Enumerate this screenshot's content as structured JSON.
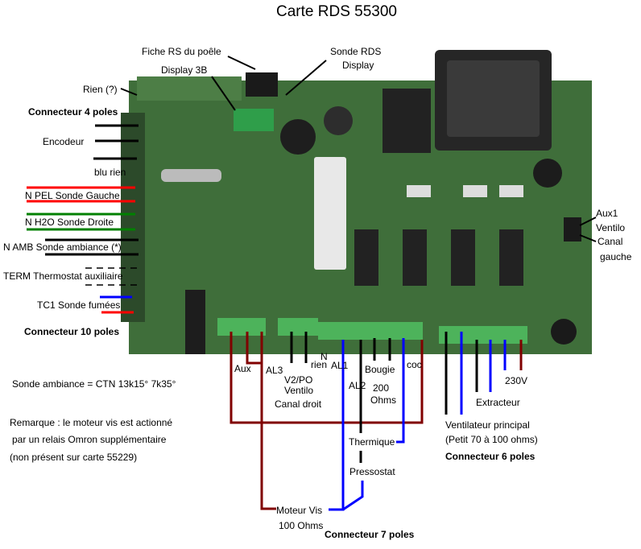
{
  "title": "Carte RDS 55300",
  "top_labels": {
    "fiche_rs": "Fiche RS du poêle",
    "display_3b": "Display 3B",
    "sonde_rds": "Sonde RDS",
    "display": "Display",
    "rien": "Rien (?)"
  },
  "left_labels": {
    "connecteur_4": "Connecteur 4 poles",
    "encodeur": "Encodeur",
    "blu_rien": "blu rien",
    "n_pel": "N PEL Sonde Gauche",
    "n_h2o": "N H2O Sonde Droite",
    "n_amb": "N AMB Sonde ambiance (*)",
    "term": "TERM Thermostat auxiliaire",
    "tc1": "TC1 Sonde fumées",
    "connecteur_10": "Connecteur 10 poles"
  },
  "notes": {
    "sonde_ambiance": "Sonde ambiance = CTN 13k15°  7k35°",
    "remarque_1": "Remarque : le moteur vis est actionné",
    "remarque_2": "par un relais Omron supplémentaire",
    "remarque_3": "(non présent sur carte 55229)"
  },
  "right_labels": {
    "aux1": "Aux1",
    "ventilo": "Ventilo",
    "canal": "Canal",
    "gauche": "gauche"
  },
  "bottom_labels": {
    "aux": "Aux",
    "al3": "AL3",
    "n": "N",
    "rien": "rien",
    "al1": "AL1",
    "v2po": "V2/PO",
    "ventilo": "Ventilo",
    "canal_droit": "Canal droit",
    "al2": "AL2",
    "bougie": "Bougie",
    "ohms200_a": "200",
    "ohms200_b": "Ohms",
    "coc": "coc",
    "v230": "230V",
    "extracteur": "Extracteur",
    "ventilateur": "Ventilateur principal",
    "petit": "(Petit 70 à 100 ohms)",
    "connecteur_6": "Connecteur 6 poles",
    "thermique": "Thermique",
    "pressostat": "Pressostat",
    "moteur_vis": "Moteur Vis",
    "ohms100": "100 Ohms",
    "connecteur_7": "Connecteur 7 poles"
  },
  "colors": {
    "red": "#ff0000",
    "green": "#008000",
    "blue": "#0000ff",
    "darkred": "#800000",
    "board": "#3f6e3a"
  }
}
